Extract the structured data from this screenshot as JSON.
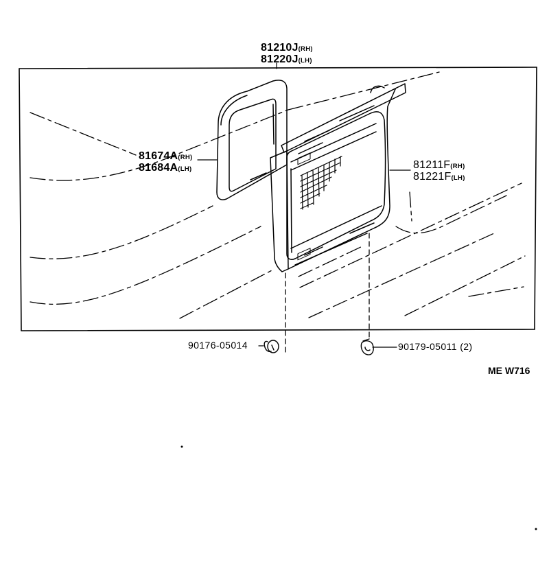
{
  "diagram": {
    "type": "exploded parts diagram",
    "subject": "rear quarter/side window glass assembly with weatherstrip and fasteners",
    "reference_code": "ME W716",
    "callouts": [
      {
        "id": "window-assembly",
        "lines": [
          {
            "part": "81210J",
            "side": "(RH)"
          },
          {
            "part": "81220J",
            "side": "(LH)"
          }
        ]
      },
      {
        "id": "weatherstrip-seal",
        "lines": [
          {
            "part": "81674A",
            "side": "(RH)"
          },
          {
            "part": "81684A",
            "side": "(LH)"
          }
        ]
      },
      {
        "id": "glass-frame",
        "lines": [
          {
            "part": "81211F",
            "side": "(RH)"
          },
          {
            "part": "81221F",
            "side": "(LH)"
          }
        ]
      },
      {
        "id": "clip-left",
        "text": "90176-05014"
      },
      {
        "id": "nut-right",
        "text": "90179-05011",
        "qty": "(2)"
      }
    ]
  }
}
